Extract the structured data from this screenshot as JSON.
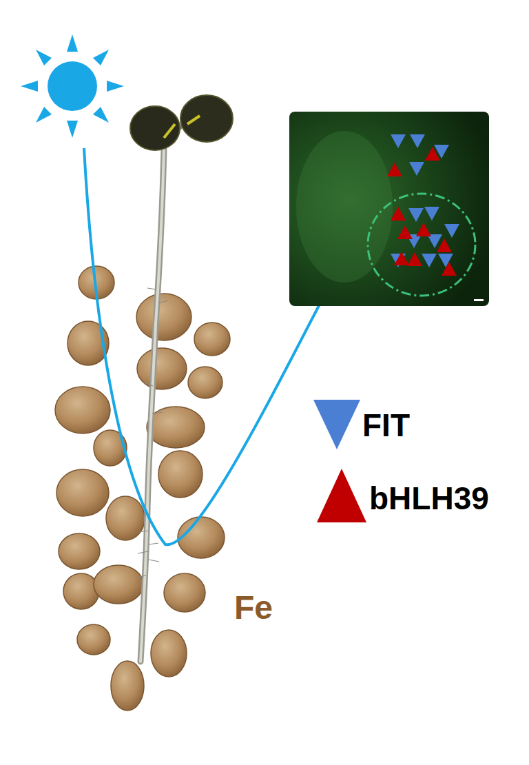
{
  "diagram": {
    "labels": [
      "Fe"
    ],
    "legend": [
      {
        "text": "FIT",
        "color": "#4a7fd4"
      },
      {
        "text": "bHLH39",
        "color": "#c00000"
      }
    ]
  }
}
